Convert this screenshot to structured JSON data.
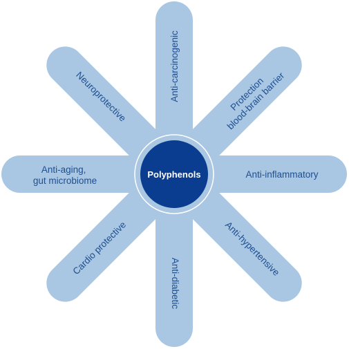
{
  "center": {
    "label": "Polyphenols"
  },
  "petals": [
    {
      "id": "anti-carcinogenic",
      "lines": [
        "Anti-carcinogenic"
      ]
    },
    {
      "id": "protection-bbb",
      "lines": [
        "Protection",
        "blood-brain barrier"
      ]
    },
    {
      "id": "anti-inflammatory",
      "lines": [
        "Anti-inflammatory"
      ]
    },
    {
      "id": "anti-hypertensive",
      "lines": [
        "Anti-hypertensive"
      ]
    },
    {
      "id": "anti-diabetic",
      "lines": [
        "Anti-diabetic"
      ]
    },
    {
      "id": "cardio-protective",
      "lines": [
        "Cardio protective"
      ]
    },
    {
      "id": "anti-aging",
      "lines": [
        "Anti-aging,",
        "gut microbiome"
      ]
    },
    {
      "id": "neuroprotective",
      "lines": [
        "Neuroprotective"
      ]
    }
  ],
  "colors": {
    "petal": "#a9c6e2",
    "hub": "#0a3d8f",
    "text": "#1d4f91",
    "hub_text": "#ffffff"
  }
}
